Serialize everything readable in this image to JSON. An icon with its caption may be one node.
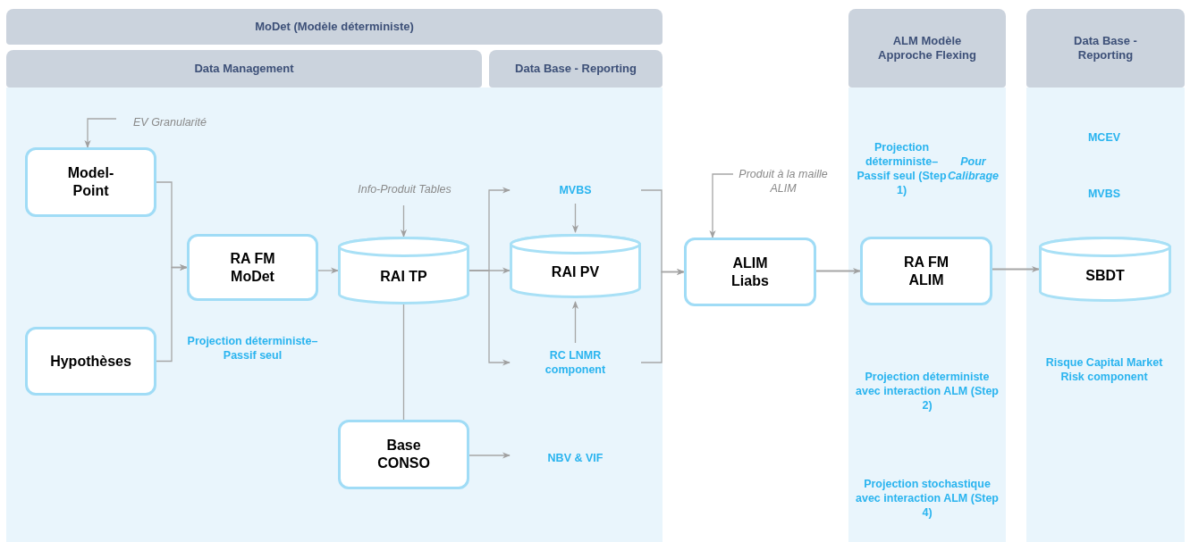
{
  "diagram": {
    "nodes": [
      {
        "text": [
          "MoDet (Modèle déterministe)"
        ]
      },
      {
        "text": [
          "Data Management"
        ]
      },
      {
        "text": [
          "Data Base - Reporting"
        ]
      },
      {
        "text": [
          "ALM Modèle Approche Flexing"
        ]
      },
      {
        "text": [
          "Data Base - Reporting"
        ]
      },
      {
        "text": [
          "EV Granularité"
        ]
      },
      {
        "text": [
          "Model-Point"
        ]
      },
      {
        "text": [
          "Hypothèses"
        ]
      },
      {
        "text": [
          "RA FM MoDet"
        ]
      },
      {
        "text": [
          "Info-Produit Tables"
        ]
      },
      {
        "text": [
          "RAI TP"
        ]
      },
      {
        "text": [
          "MVBS"
        ]
      },
      {
        "text": [
          "RAI PV"
        ]
      },
      {
        "text": [
          "RC LNMR component"
        ]
      },
      {
        "text": [
          "Base CONSO"
        ]
      },
      {
        "text": [
          "NBV & VIF"
        ]
      },
      {
        "text": [
          "Produit à la maille ALIM"
        ]
      },
      {
        "text": [
          "ALIM Liabs"
        ]
      },
      {
        "text": [
          "RA FM ALIM"
        ]
      },
      {
        "text": [
          "SBDT"
        ]
      }
    ],
    "edges": [
      {
        "from": 5,
        "to": 6,
        "arrow": "to"
      },
      {
        "from": 6,
        "to": 8,
        "arrow": "to"
      },
      {
        "from": 7,
        "to": 8,
        "arrow": "to"
      },
      {
        "from": 8,
        "to": 10,
        "arrow": "to"
      },
      {
        "from": 9,
        "to": 10,
        "arrow": "to"
      },
      {
        "from": 10,
        "to": 11,
        "arrow": "to"
      },
      {
        "from": 10,
        "to": 12,
        "arrow": "to"
      },
      {
        "from": 10,
        "to": 13,
        "arrow": "to"
      },
      {
        "from": 11,
        "to": 12,
        "arrow": "to"
      },
      {
        "from": 13,
        "to": 12,
        "arrow": "to"
      },
      {
        "from": 10,
        "to": 14,
        "arrow": "none"
      },
      {
        "from": 14,
        "to": 15,
        "arrow": "to"
      },
      {
        "from": 11,
        "to": 17,
        "arrow": "to"
      },
      {
        "from": 13,
        "to": 17,
        "arrow": "to"
      },
      {
        "from": 16,
        "to": 17,
        "arrow": "to"
      },
      {
        "from": 17,
        "to": 18,
        "arrow": "to"
      },
      {
        "from": 18,
        "to": 19,
        "arrow": "to"
      }
    ],
    "labels": [
      "Projection déterministe– Passif seul",
      "Projection déterministe– Passif seul (Step 1) *Pour Calibrage*",
      "Projection déterministe avec interaction ALM (Step 2)",
      "Projection stochastique avec interaction ALM (Step 4)",
      "MCEV",
      "MVBS",
      "Risque Capital Market Risk component"
    ]
  }
}
